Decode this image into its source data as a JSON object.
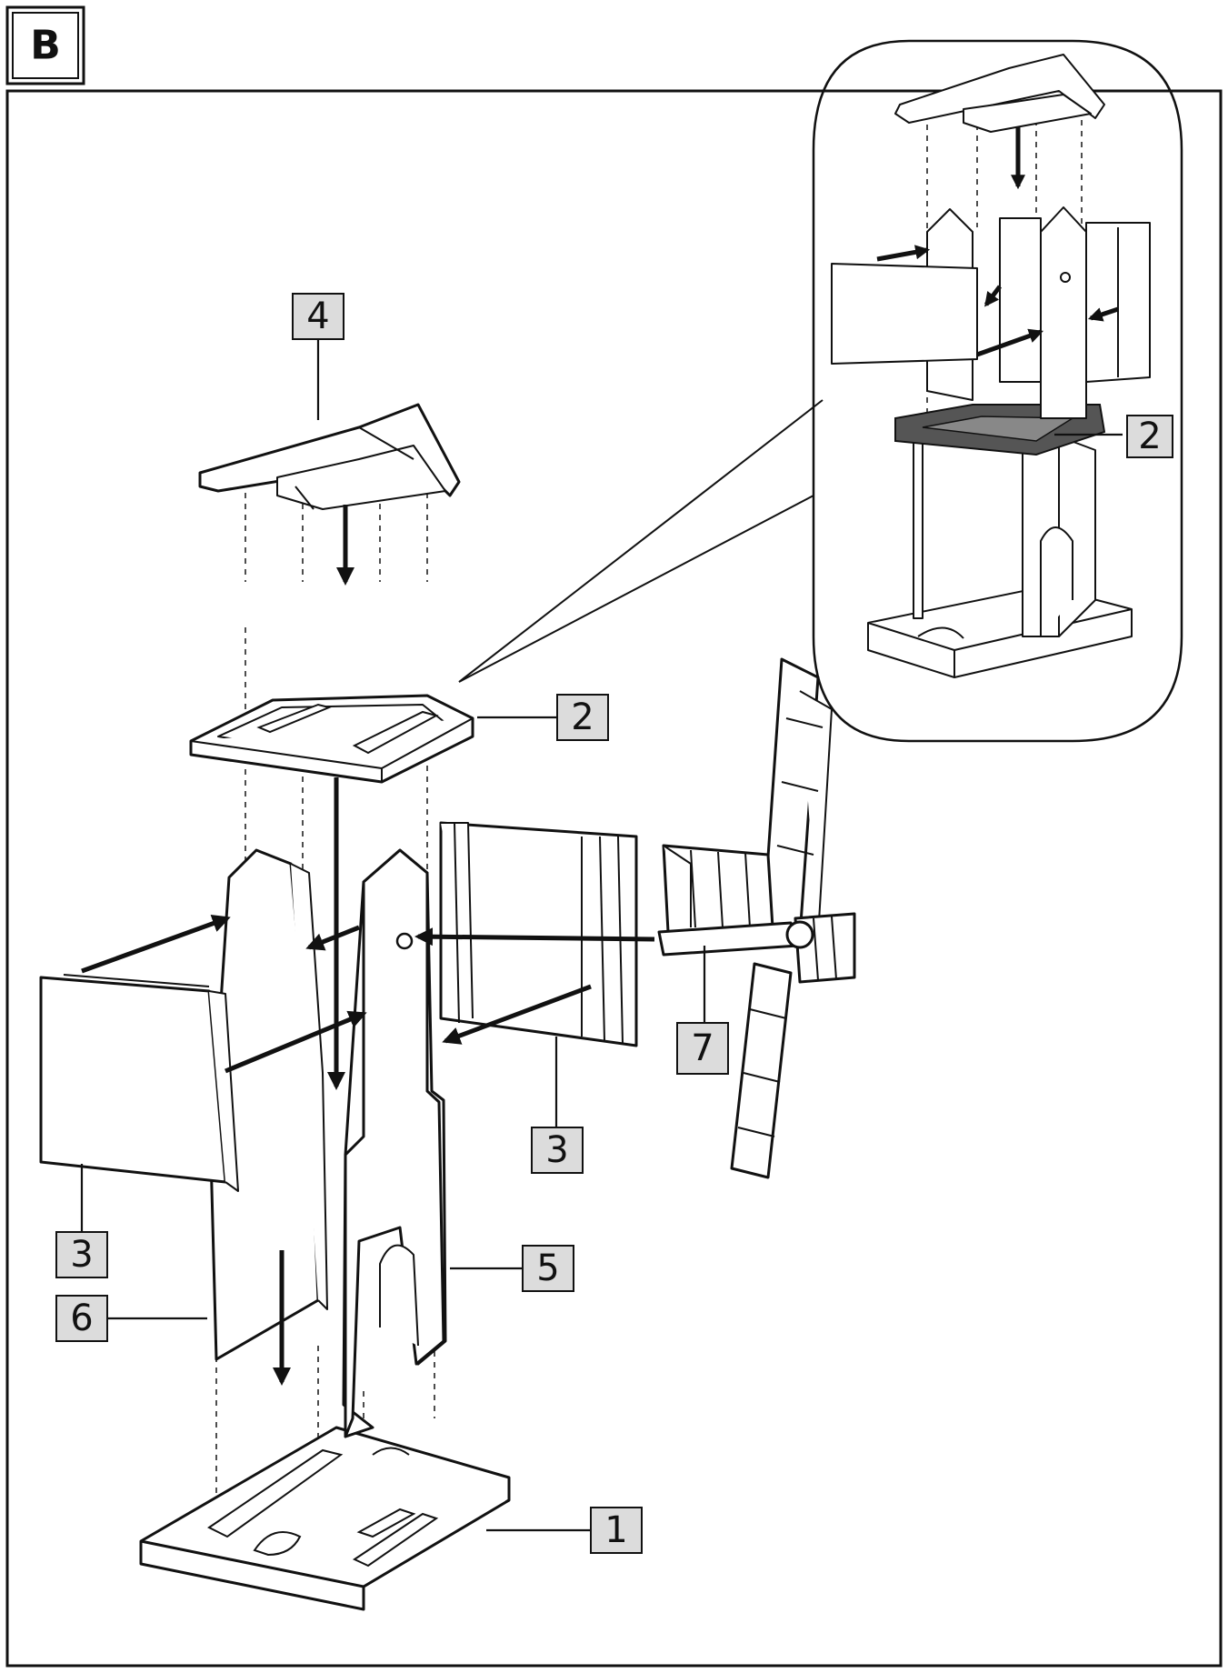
{
  "figure": {
    "badge": "B",
    "labels": {
      "base": "1",
      "platform_main": "2",
      "platform_inset": "2",
      "side_panel_right": "3",
      "side_panel_left": "3",
      "roof": "4",
      "front_wall": "5",
      "back_wall": "6",
      "sail_hub": "7"
    }
  }
}
